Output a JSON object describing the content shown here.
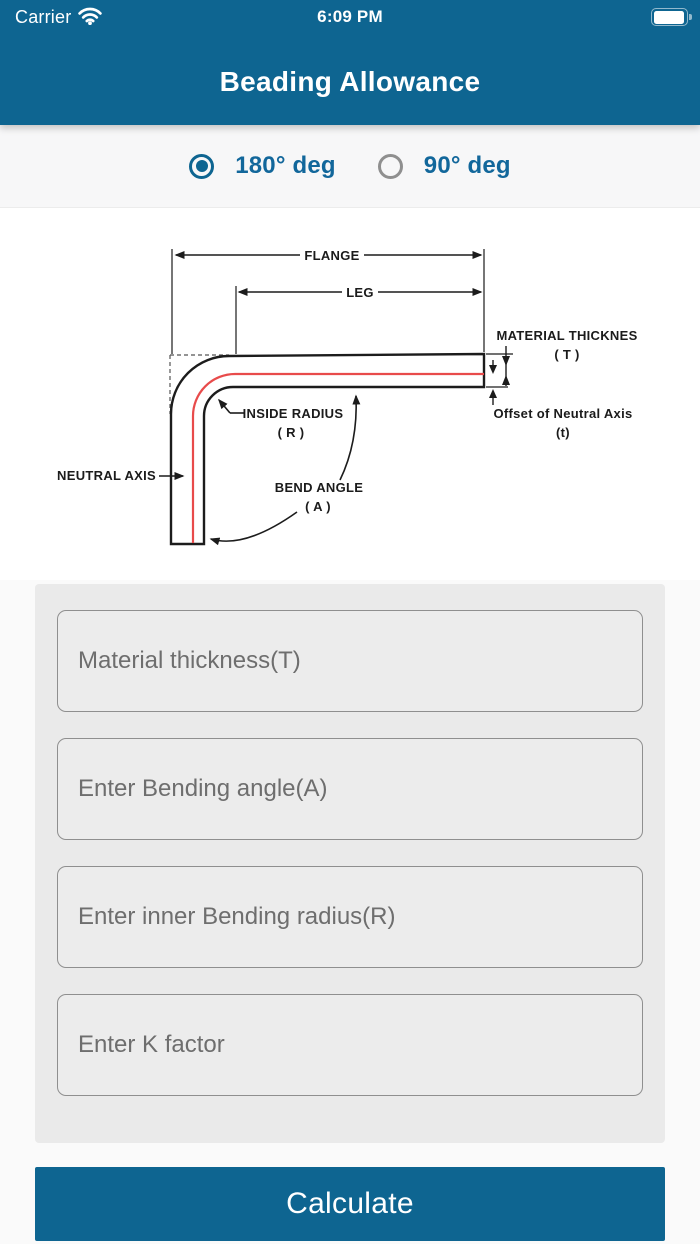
{
  "status_bar": {
    "carrier": "Carrier",
    "time": "6:09 PM",
    "icons": {
      "wifi": "wifi-icon",
      "battery": "battery-icon"
    },
    "battery_level_percent": 100
  },
  "header": {
    "title": "Beading Allowance"
  },
  "mode_selector": {
    "options": [
      {
        "label": "180° deg",
        "selected": true
      },
      {
        "label": "90° deg",
        "selected": false
      }
    ]
  },
  "diagram": {
    "description": "Sheet metal bend cross-section diagram",
    "labels": {
      "flange": "FLANGE",
      "leg": "LEG",
      "material_thickness_line1": "MATERIAL THICKNES",
      "material_thickness_line2": "( T )",
      "offset_line1": "Offset of Neutral Axis",
      "offset_line2": "(t)",
      "inside_radius_line1": "INSIDE RADIUS",
      "inside_radius_line2": "( R )",
      "neutral_axis": "NEUTRAL AXIS",
      "bend_angle_line1": "BEND ANGLE",
      "bend_angle_line2": "( A )"
    },
    "colors": {
      "outline": "#1c1c1c",
      "neutral_axis_line": "#e84b4b"
    }
  },
  "form": {
    "fields": [
      {
        "placeholder": "Material thickness(T)",
        "value": ""
      },
      {
        "placeholder": "Enter Bending angle(A)",
        "value": ""
      },
      {
        "placeholder": "Enter inner Bending radius(R)",
        "value": ""
      },
      {
        "placeholder": "Enter K factor",
        "value": ""
      }
    ],
    "submit_label": "Calculate"
  },
  "colors": {
    "accent": "#0e6591",
    "panel_background": "#eaeaea",
    "page_background": "#fafafa"
  }
}
